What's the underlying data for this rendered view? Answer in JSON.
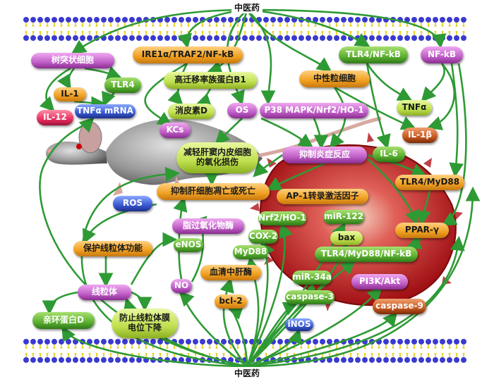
{
  "tcm_top": "中医药",
  "tcm_bottom": "中医药",
  "nodes": {
    "dendritic": "树突状细胞",
    "ire1": "IRE1α/TRAF2/NF-kB",
    "tlr4nfkb": "TLR4/NF-kB",
    "nfkb": "NF-kB",
    "il1": "IL-1",
    "tlr4": "TLR4",
    "hmgb1": "高迁移率族蛋白B1",
    "neutrophil": "中性粒细胞",
    "il12": "IL-12",
    "tnfmrna": "TNFα mRNA",
    "vitd": "消皮素D",
    "os": "OS",
    "p38": "P38 MAPK/Nrf2/HO-1",
    "tnfa": "TNFα",
    "kcs": "KCs",
    "il1b": "IL-1β",
    "lsec": "减轻肝窦内皮细胞的氧化损伤",
    "antiinflam": "抑制炎症反应",
    "il6": "IL-6",
    "tlr4myd88": "TLR4/MyD88",
    "apoptosis": "抑制肝细胞凋亡或死亡",
    "ap1": "AP-1转录激活因子",
    "ros": "ROS",
    "nrf2": "Nrf2/HO-1",
    "mir122": "miR-122",
    "peroxide": "脂过氧化物酶",
    "ppar": "PPAR-γ",
    "cox2": "COX-2",
    "bax": "bax",
    "mito_protect": "保护线粒体功能",
    "enos": "eNOS",
    "myd88": "MyD88",
    "tlr4myd88nfkb": "TLR4/MyD88/NF-kB",
    "serum_enzyme": "血清中肝酶",
    "no": "NO",
    "mir34a": "miR-34a",
    "pi3k": "PI3K/Akt",
    "mito": "线粒体",
    "bcl2": "bcl-2",
    "caspase3": "caspase-3",
    "caspase9": "caspase-9",
    "cyclophilin": "亲环蛋白D",
    "mmp": "防止线粒体膜电位下降",
    "inos": "iNOS"
  },
  "colors": {
    "arrow": "#2e9a34",
    "membrane_head": "#3a3ad0",
    "membrane_tail": "#e8d020",
    "liver": "#c8181c"
  }
}
